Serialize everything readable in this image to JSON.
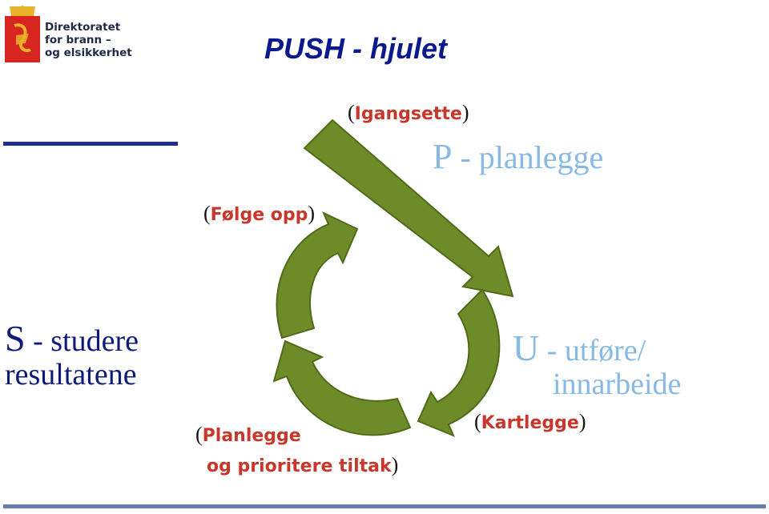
{
  "logo": {
    "line1": "Direktoratet",
    "line2": "for brann –",
    "line3": "og elsikkerhet"
  },
  "title": "PUSH - hjulet",
  "labels": {
    "igangsette": "Igangsette",
    "folge_opp": "Følge opp",
    "planlegge_tiltak_1": "Planlegge",
    "planlegge_tiltak_2": "og prioritere tiltak",
    "kartlegge": "Kartlegge",
    "paren_open": "(",
    "paren_close": ")"
  },
  "p": {
    "letter": "P",
    "text": " - planlegge"
  },
  "s": {
    "letter": "S",
    "text": " - studere",
    "line2": "resultatene"
  },
  "u": {
    "letter": "U",
    "text": " - utføre/",
    "line2": "innarbeide"
  },
  "colors": {
    "arrow": "#6e8b2a",
    "arrow_dark": "#4f6b18",
    "title": "#0a1a8c",
    "light_blue": "#86b9e6",
    "stamp_red": "#c7372b"
  }
}
